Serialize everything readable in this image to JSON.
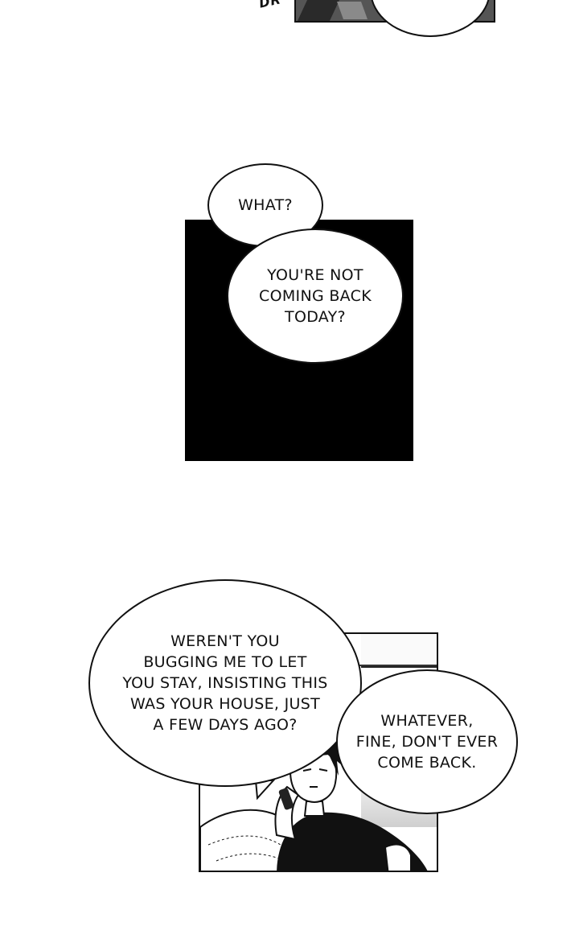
{
  "top": {
    "sfx": "DR"
  },
  "bubbles": {
    "what": [
      "WHAT?"
    ],
    "not_coming": [
      "YOU'RE NOT",
      "COMING BACK",
      "TODAY?"
    ],
    "werent": [
      "WEREN'T YOU",
      "BUGGING ME TO LET",
      "YOU STAY, INSISTING THIS",
      "WAS YOUR HOUSE, JUST",
      "A FEW DAYS AGO?"
    ],
    "whatever": [
      "WHATEVER,",
      "FINE, DON'T EVER",
      "COME BACK."
    ]
  }
}
